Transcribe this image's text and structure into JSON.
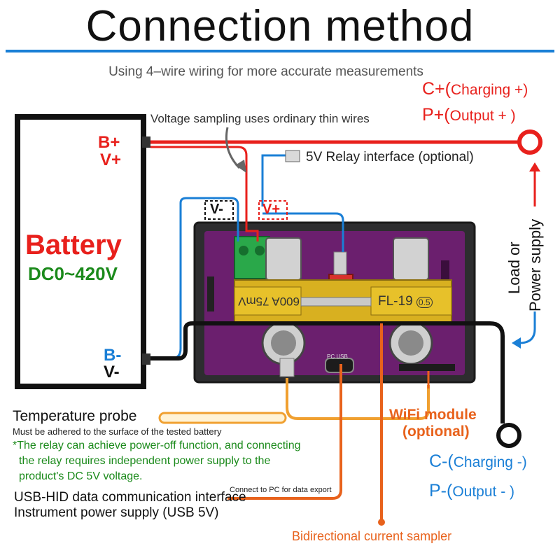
{
  "title": "Connection method",
  "subtitle": "Using 4–wire wiring for more accurate measurements",
  "colors": {
    "red": "#e8201c",
    "blue": "#1a7fd6",
    "orange": "#f0a030",
    "dark_orange": "#e8621c",
    "green": "#1b8a1b",
    "purple": "#6b1f6e"
  },
  "labels": {
    "voltage_sampling": "Voltage sampling uses ordinary thin wires",
    "relay_interface": "5V Relay interface (optional)",
    "battery": "Battery",
    "battery_range": "DC0~420V",
    "b_plus": "B+",
    "v_plus_left": "V+",
    "b_minus": "B-",
    "v_minus_left": "V-",
    "v_minus_tag": "V-",
    "v_plus_tag": "V+",
    "c_plus": "C+(",
    "c_plus_text": "Charging +)",
    "p_plus": "P+(",
    "p_plus_text": "Output +   )",
    "load_or": "Load or",
    "power_supply": "Power supply",
    "shunt_left": "600A 75mV",
    "shunt_right": "FL-19",
    "shunt_class": "0.5",
    "temperature_probe": "Temperature probe",
    "probe_note": "Must be adhered to the surface of the tested battery",
    "relay_note_1": "*The relay can achieve power-off function, and connecting",
    "relay_note_2": "the relay requires independent power supply to the",
    "relay_note_3": "product's DC 5V voltage.",
    "wifi_module": "WiFi module",
    "wifi_optional": "(optional)",
    "connect_pc": "Connect to PC for data export",
    "usb_hid": "USB-HID data communication interface",
    "usb_power": "Instrument power supply (USB 5V)",
    "c_minus": "C-(",
    "c_minus_text": "Charging -)",
    "p_minus": "P-(",
    "p_minus_text": "Output -    )",
    "current_sampler": "Bidirectional current sampler",
    "board_usb": "PC USB"
  }
}
